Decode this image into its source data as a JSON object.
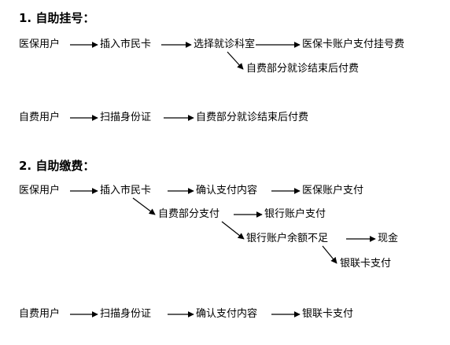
{
  "sections": [
    {
      "title": "1. 自助挂号：",
      "rows": [
        [
          "医保用户",
          "插入市民卡",
          "选择就诊科室",
          "医保卡账户支付挂号费"
        ],
        [
          "自费部分就诊结束后付费"
        ],
        [
          "自费用户",
          "扫描身份证",
          "自费部分就诊结束后付费"
        ]
      ]
    },
    {
      "title": "2. 自助缴费：",
      "rows": [
        [
          "医保用户",
          "插入市民卡",
          "确认支付内容",
          "医保账户支付"
        ],
        [
          "自费部分支付",
          "银行账户支付"
        ],
        [
          "银行账户余额不足",
          "现金"
        ],
        [
          "银联卡支付"
        ],
        [
          "自费用户",
          "扫描身份证",
          "确认支付内容",
          "银联卡支付"
        ]
      ]
    }
  ],
  "colors": {
    "text": "#000000",
    "line": "#000000",
    "background": "#ffffff"
  }
}
